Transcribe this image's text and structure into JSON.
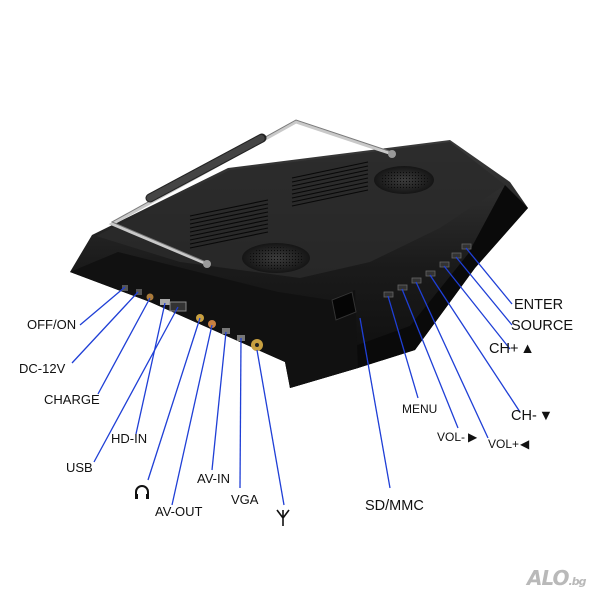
{
  "labels": {
    "off_on": "OFF/ON",
    "dc_12v": "DC-12V",
    "charge": "CHARGE",
    "hd_in": "HD-IN",
    "usb": "USB",
    "av_out": "AV-OUT",
    "av_in": "AV-IN",
    "vga": "VGA",
    "sd_mmc": "SD/MMC",
    "menu": "MENU",
    "vol_minus": "VOL-",
    "vol_plus": "VOL+",
    "ch_minus": "CH-",
    "ch_plus": "CH+",
    "source": "SOURCE",
    "enter": "ENTER"
  },
  "icons": {
    "headphone": "headphone-icon",
    "antenna": "antenna-icon",
    "arrow_up": "triangle-up-icon",
    "arrow_down": "triangle-down-icon",
    "arrow_right": "triangle-right-icon",
    "arrow_left": "triangle-left-icon"
  },
  "watermark": {
    "main": "ALO",
    "suffix": ".bg"
  },
  "colors": {
    "callout_line": "#1f3fd6",
    "device_body": "#161616",
    "text": "#111111"
  }
}
